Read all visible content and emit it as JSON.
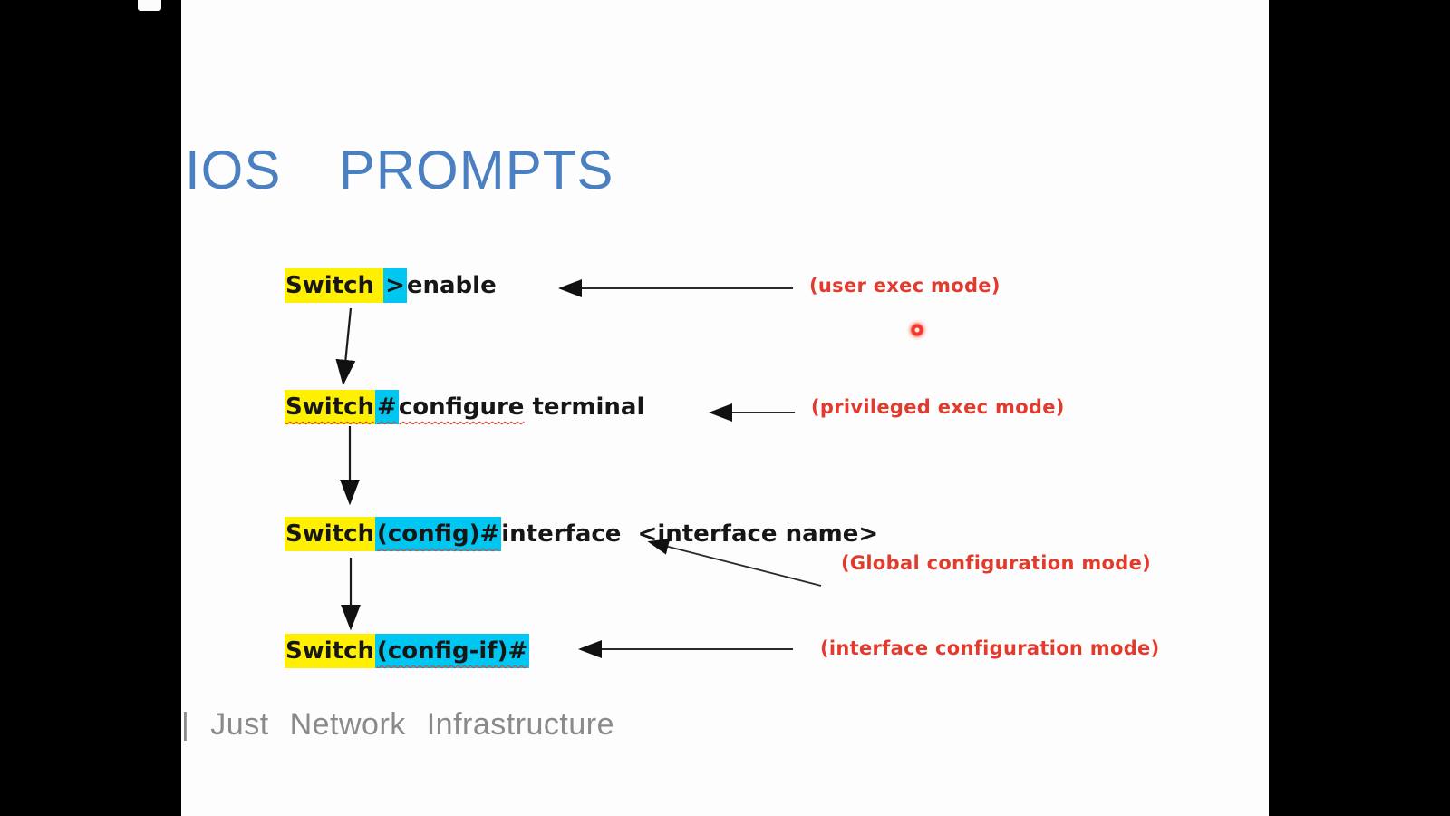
{
  "title": "IOS  PROMPTS",
  "footer": "| Just Network Infrastructure",
  "steps": [
    {
      "yellow": "Switch ",
      "cyan": ">",
      "plain": "enable",
      "rest": "",
      "annotation": "(user exec mode)"
    },
    {
      "yellow": "Switch",
      "cyan": "#",
      "plain": "configure",
      "rest": " terminal",
      "annotation": "(privileged exec mode)"
    },
    {
      "yellow": "Switch",
      "cyan": "(config)#",
      "plain": "interface  <interface name>",
      "rest": "",
      "annotation": "(Global configuration mode)"
    },
    {
      "yellow": "Switch",
      "cyan": "(config-if)#",
      "plain": "",
      "rest": "",
      "annotation": "(interface configuration mode)"
    }
  ],
  "colors": {
    "title_blue": "#4a7fc1",
    "highlight_yellow": "#ffef00",
    "highlight_cyan": "#00c6f2",
    "annotation_red": "#e23b2e",
    "command_text": "#161616",
    "footer_gray": "#8a8a8a",
    "letterbox_black": "#000000",
    "laser_red": "#f1362a"
  }
}
